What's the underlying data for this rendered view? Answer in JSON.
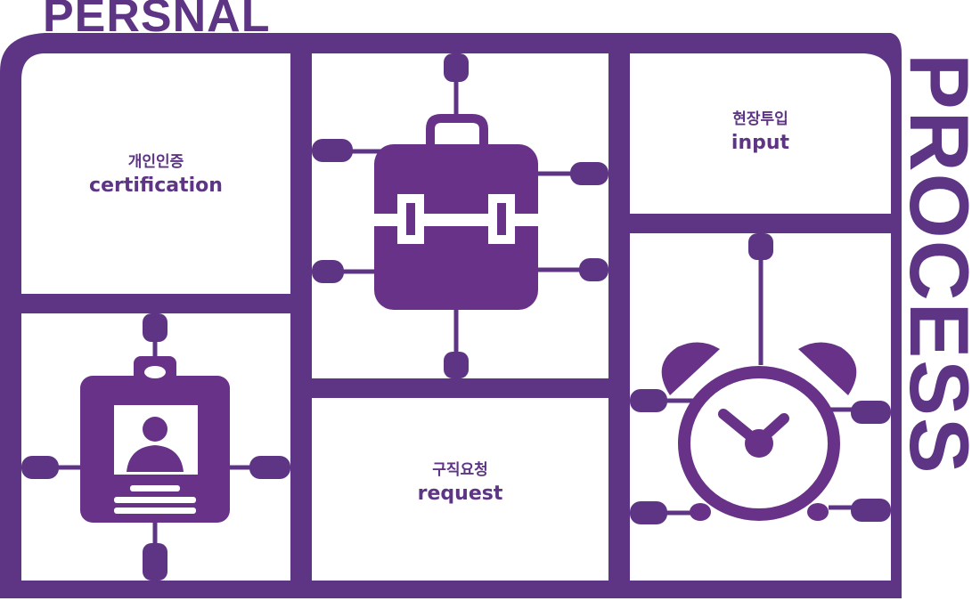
{
  "title_top": "PERSNAL",
  "title_side": "PROCESS",
  "colors": {
    "frame": "#5e3585",
    "icon": "#673287"
  },
  "steps": [
    {
      "ko": "개인인증",
      "en": "certification",
      "icon": "id-badge-icon"
    },
    {
      "ko": "구직요청",
      "en": "request",
      "icon": "briefcase-icon"
    },
    {
      "ko": "현장투입",
      "en": "input",
      "icon": "alarm-clock-icon"
    }
  ]
}
